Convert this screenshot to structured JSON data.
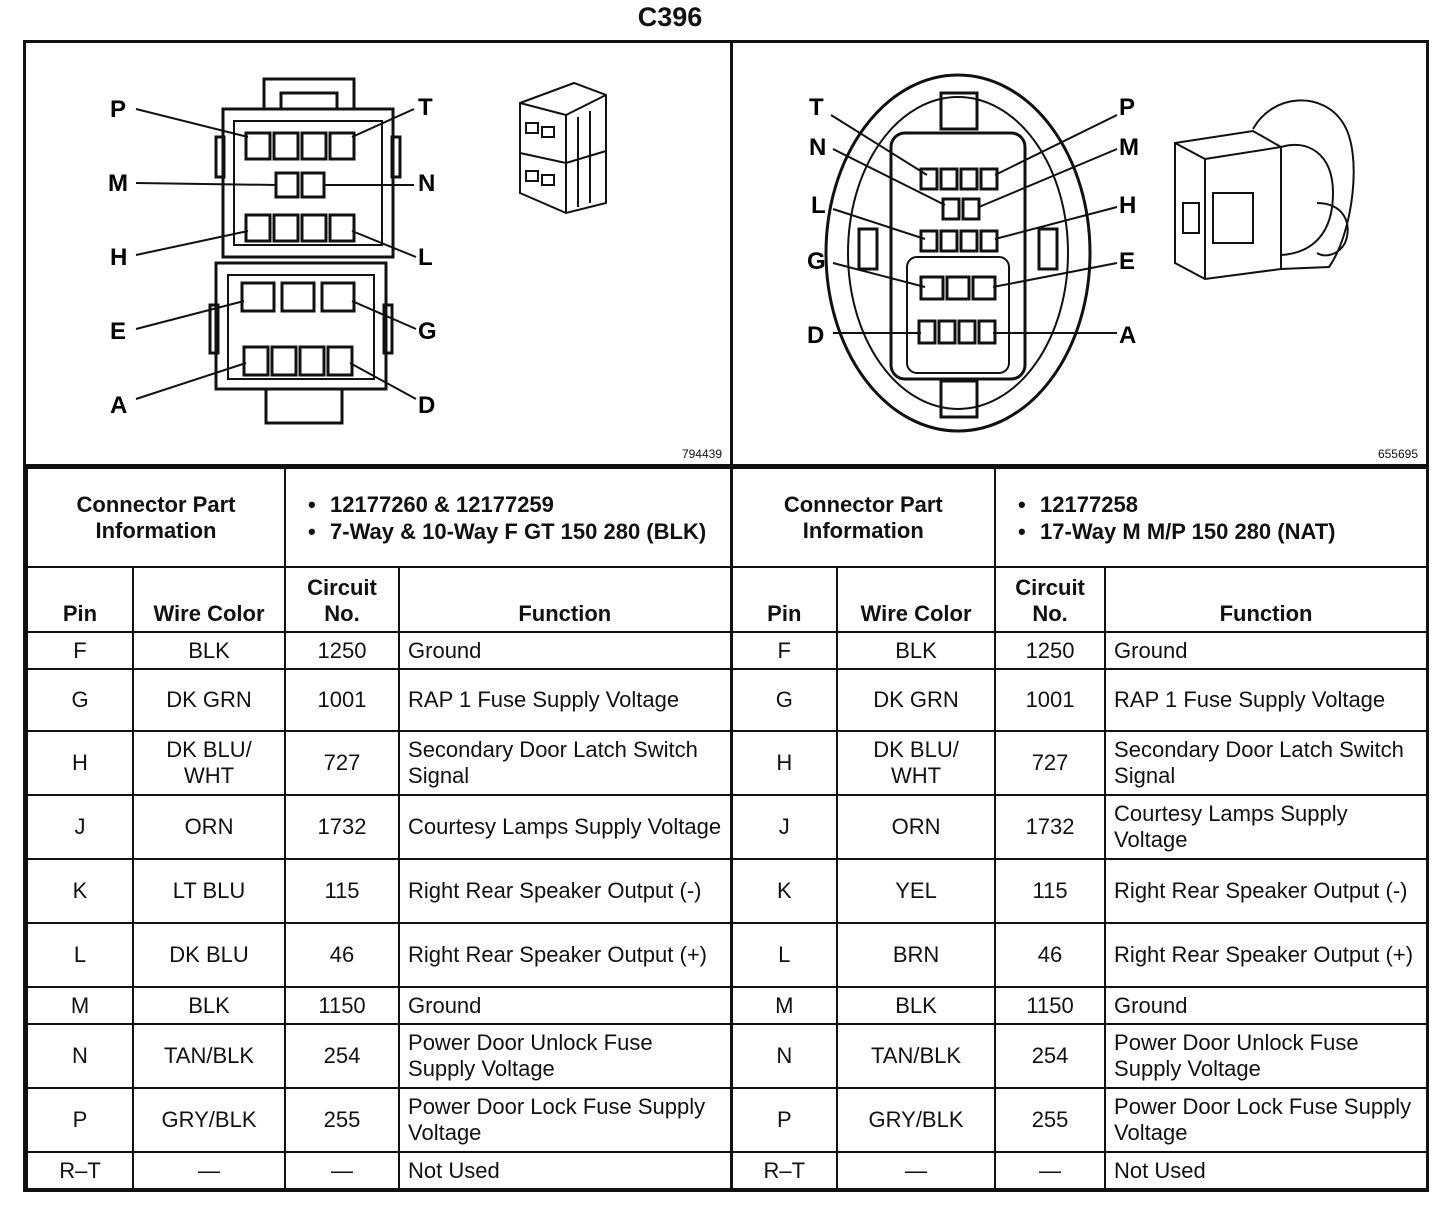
{
  "title": "C396",
  "left": {
    "figure_id": "794439",
    "connector_info_label": "Connector Part Information",
    "part_info": [
      "12177260 & 12177259",
      "7-Way & 10-Way F GT 150 280 (BLK)"
    ],
    "pin_labels": [
      "P",
      "T",
      "M",
      "N",
      "H",
      "L",
      "E",
      "G",
      "A",
      "D"
    ],
    "headers": {
      "pin": "Pin",
      "wire_color": "Wire Color",
      "circuit": "Circuit No.",
      "function": "Function"
    },
    "rows": [
      {
        "pin": "F",
        "wire": "BLK",
        "circuit": "1250",
        "function": "Ground"
      },
      {
        "pin": "G",
        "wire": "DK GRN",
        "circuit": "1001",
        "function": "RAP 1 Fuse Supply Voltage"
      },
      {
        "pin": "H",
        "wire": "DK BLU/ WHT",
        "circuit": "727",
        "function": "Secondary Door Latch Switch Signal"
      },
      {
        "pin": "J",
        "wire": "ORN",
        "circuit": "1732",
        "function": "Courtesy Lamps Supply Voltage"
      },
      {
        "pin": "K",
        "wire": "LT BLU",
        "circuit": "115",
        "function": "Right Rear Speaker Output (-)"
      },
      {
        "pin": "L",
        "wire": "DK BLU",
        "circuit": "46",
        "function": "Right Rear Speaker Output (+)"
      },
      {
        "pin": "M",
        "wire": "BLK",
        "circuit": "1150",
        "function": "Ground"
      },
      {
        "pin": "N",
        "wire": "TAN/BLK",
        "circuit": "254",
        "function": "Power Door Unlock Fuse Supply Voltage"
      },
      {
        "pin": "P",
        "wire": "GRY/BLK",
        "circuit": "255",
        "function": "Power Door Lock Fuse Supply Voltage"
      },
      {
        "pin": "R–T",
        "wire": "—",
        "circuit": "—",
        "function": "Not Used"
      }
    ]
  },
  "right": {
    "figure_id": "655695",
    "connector_info_label": "Connector Part Information",
    "part_info": [
      "12177258",
      "17-Way M M/P 150 280 (NAT)"
    ],
    "pin_labels": [
      "T",
      "P",
      "N",
      "M",
      "L",
      "H",
      "G",
      "E",
      "D",
      "A"
    ],
    "headers": {
      "pin": "Pin",
      "wire_color": "Wire Color",
      "circuit": "Circuit No.",
      "function": "Function"
    },
    "rows": [
      {
        "pin": "F",
        "wire": "BLK",
        "circuit": "1250",
        "function": "Ground"
      },
      {
        "pin": "G",
        "wire": "DK GRN",
        "circuit": "1001",
        "function": "RAP 1 Fuse Supply Voltage"
      },
      {
        "pin": "H",
        "wire": "DK BLU/ WHT",
        "circuit": "727",
        "function": "Secondary Door Latch Switch Signal"
      },
      {
        "pin": "J",
        "wire": "ORN",
        "circuit": "1732",
        "function": "Courtesy Lamps Supply Voltage"
      },
      {
        "pin": "K",
        "wire": "YEL",
        "circuit": "115",
        "function": "Right Rear Speaker Output (-)"
      },
      {
        "pin": "L",
        "wire": "BRN",
        "circuit": "46",
        "function": "Right Rear Speaker Output (+)"
      },
      {
        "pin": "M",
        "wire": "BLK",
        "circuit": "1150",
        "function": "Ground"
      },
      {
        "pin": "N",
        "wire": "TAN/BLK",
        "circuit": "254",
        "function": "Power Door Unlock Fuse Supply Voltage"
      },
      {
        "pin": "P",
        "wire": "GRY/BLK",
        "circuit": "255",
        "function": "Power Door Lock Fuse Supply Voltage"
      },
      {
        "pin": "R–T",
        "wire": "—",
        "circuit": "—",
        "function": "Not Used"
      }
    ]
  }
}
